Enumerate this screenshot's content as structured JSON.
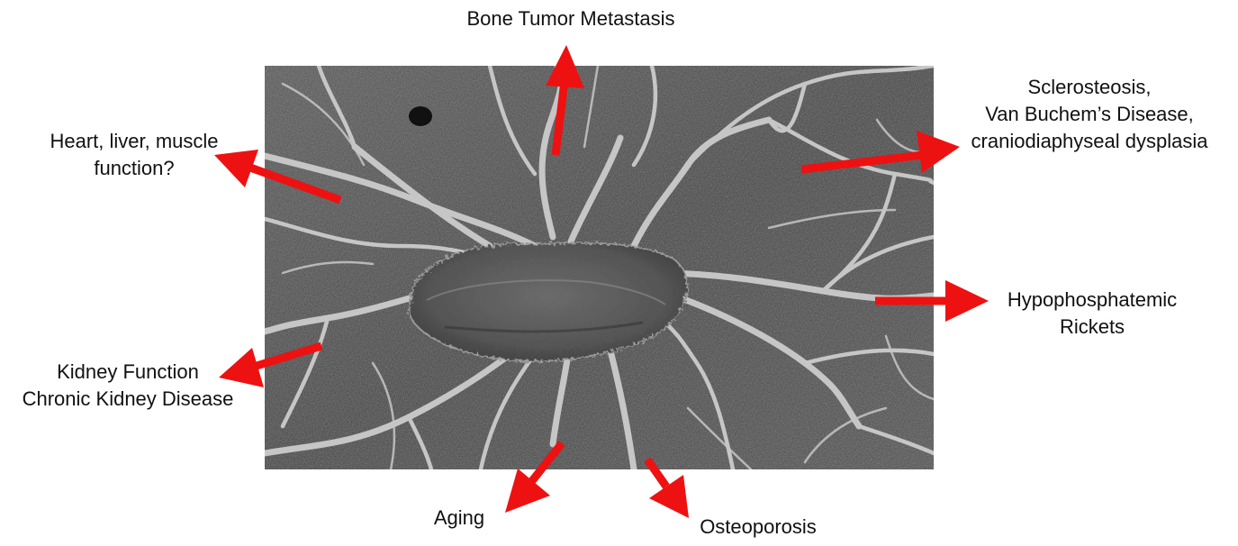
{
  "labels": {
    "bone_tumor": "Bone Tumor Metastasis",
    "sclerosteosis": {
      "line1": "Sclerosteosis,",
      "line2": "Van Buchem’s Disease,",
      "line3": "craniodiaphyseal dysplasia"
    },
    "heart": {
      "line1": "Heart, liver, muscle",
      "line2": "function?"
    },
    "rickets": {
      "line1": "Hypophosphatemic",
      "line2": "Rickets"
    },
    "kidney": {
      "line1": "Kidney Function",
      "line2": "Chronic Kidney Disease"
    },
    "aging": "Aging",
    "osteoporosis": "Osteoporosis"
  },
  "colors": {
    "arrow": "#ee1111",
    "micrograph_base": "#4a4a4a",
    "dendrite": "#cfcfcf"
  }
}
